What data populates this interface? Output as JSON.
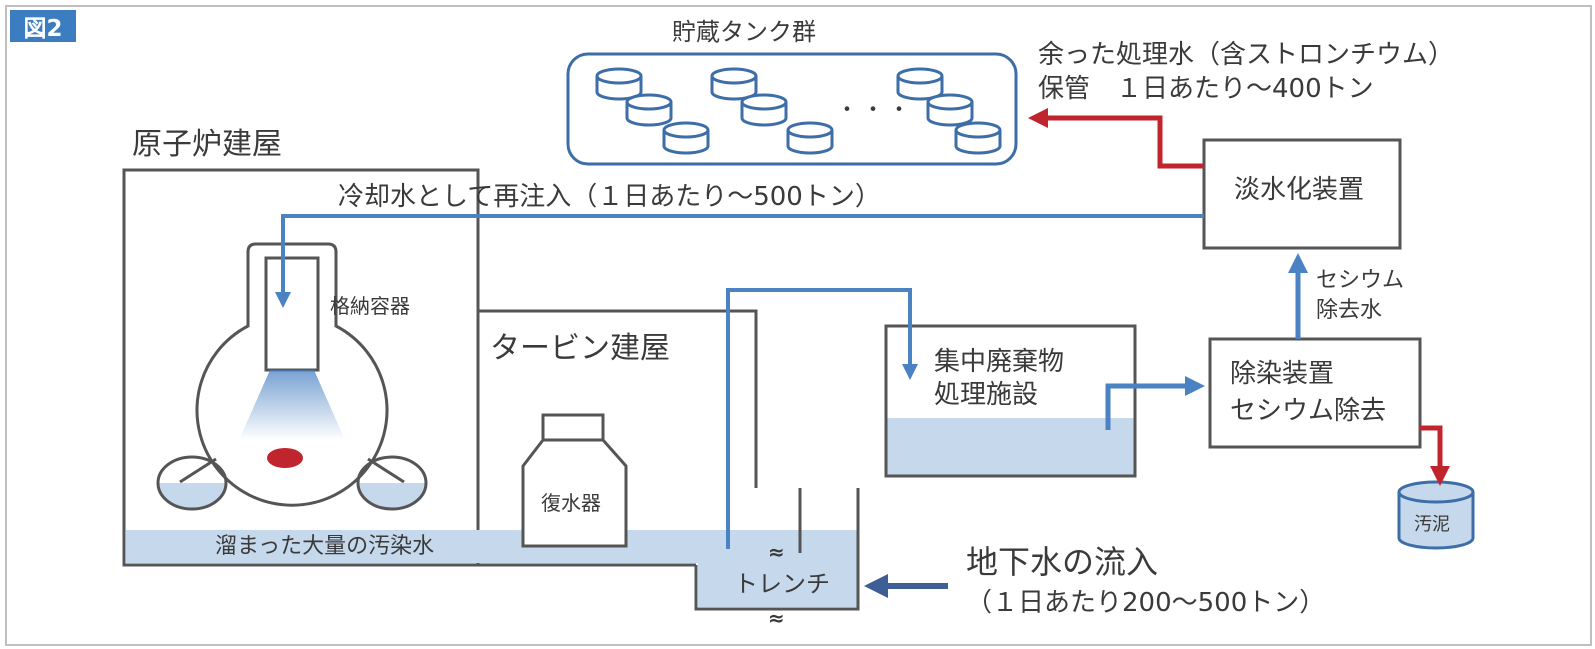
{
  "figure": {
    "badge": "図2"
  },
  "tanks": {
    "label": "貯蔵タンク群",
    "dots": "・・・"
  },
  "storage_note": {
    "line1": "余った処理水（含ストロンチウム）",
    "line2": "保管　１日あたり～400トン"
  },
  "reactor_building": {
    "label": "原子炉建屋"
  },
  "reinjection": {
    "label": "冷却水として再注入（１日あたり～500トン）"
  },
  "containment": {
    "label": "格納容器"
  },
  "turbine_building": {
    "label": "タービン建屋"
  },
  "condenser": {
    "label": "復水器"
  },
  "contaminated_water": {
    "label": "溜まった大量の汚染水"
  },
  "trench": {
    "label": "トレンチ",
    "break_mark": "≈"
  },
  "groundwater": {
    "line1": "地下水の流入",
    "line2": "（１日あたり200～500トン）"
  },
  "central_facility": {
    "line1": "集中廃棄物",
    "line2": "処理施設"
  },
  "decontamination": {
    "line1": "除染装置",
    "line2": "セシウム除去"
  },
  "cesium_removed": {
    "line1": "セシウム",
    "line2": "除去水"
  },
  "desalination": {
    "label": "淡水化装置"
  },
  "sludge": {
    "label": "汚泥"
  },
  "colors": {
    "water_line": "#4a82c3",
    "water_fill": "#c5d8ec",
    "red_line": "#c0252d",
    "outline": "#555555",
    "tank_stroke": "#3d6ea8"
  }
}
